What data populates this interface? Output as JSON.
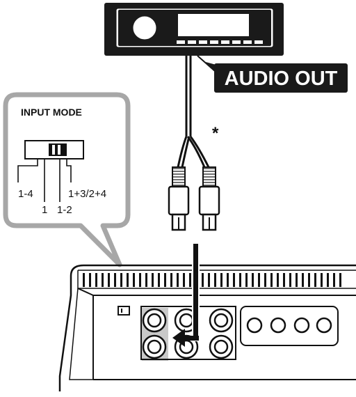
{
  "labels": {
    "audio_out": "AUDIO OUT",
    "asterisk": "*",
    "input_mode_title": "INPUT MODE",
    "switch_positions": [
      "1-4",
      "1",
      "1-2",
      "1+3/2+4"
    ]
  },
  "colors": {
    "head_unit_body": "#1a1a1a",
    "audio_out_badge": "#1a1a1a",
    "callout_border": "#a7a7a7",
    "arrow": "#111111",
    "highlight": "#c9c9c9"
  },
  "icons": {
    "head_unit": "car-stereo-icon",
    "rca_plugs": "rca-plug-icon",
    "amplifier": "amplifier-icon",
    "switch": "slide-switch-icon"
  }
}
